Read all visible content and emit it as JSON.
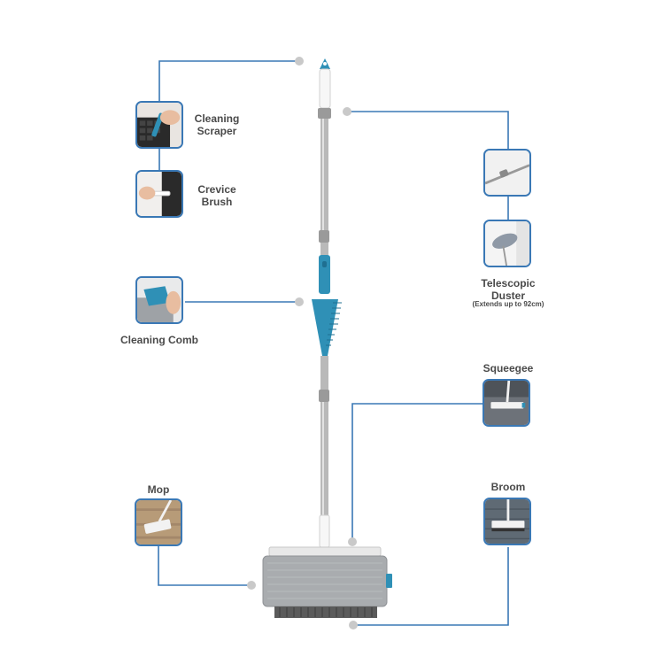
{
  "colors": {
    "line": "#3a78b5",
    "accent": "#2f90b6",
    "dot": "#c9c9c9",
    "text": "#4a4a4a"
  },
  "labels": {
    "cleaning_scraper": [
      "Cleaning",
      "Scraper"
    ],
    "crevice_brush": [
      "Crevice",
      "Brush"
    ],
    "cleaning_comb": "Cleaning Comb",
    "telescopic_duster": [
      "Telescopic",
      "Duster"
    ],
    "telescopic_duster_note": "(Extends up to 92cm)",
    "squeegee": "Squeegee",
    "mop": "Mop",
    "broom": "Broom"
  },
  "icons": {
    "cleaning_scraper": "keyboard-scraper-photo",
    "crevice_brush": "crevice-brush-photo",
    "cleaning_comb": "comb-on-pad-photo",
    "telescopic_duster": [
      "duster-rod-photo",
      "duster-head-photo"
    ],
    "squeegee": "squeegee-photo",
    "mop": "mop-on-floor-photo",
    "broom": "broom-on-floor-photo",
    "product": "multi-tool-mop-product"
  }
}
